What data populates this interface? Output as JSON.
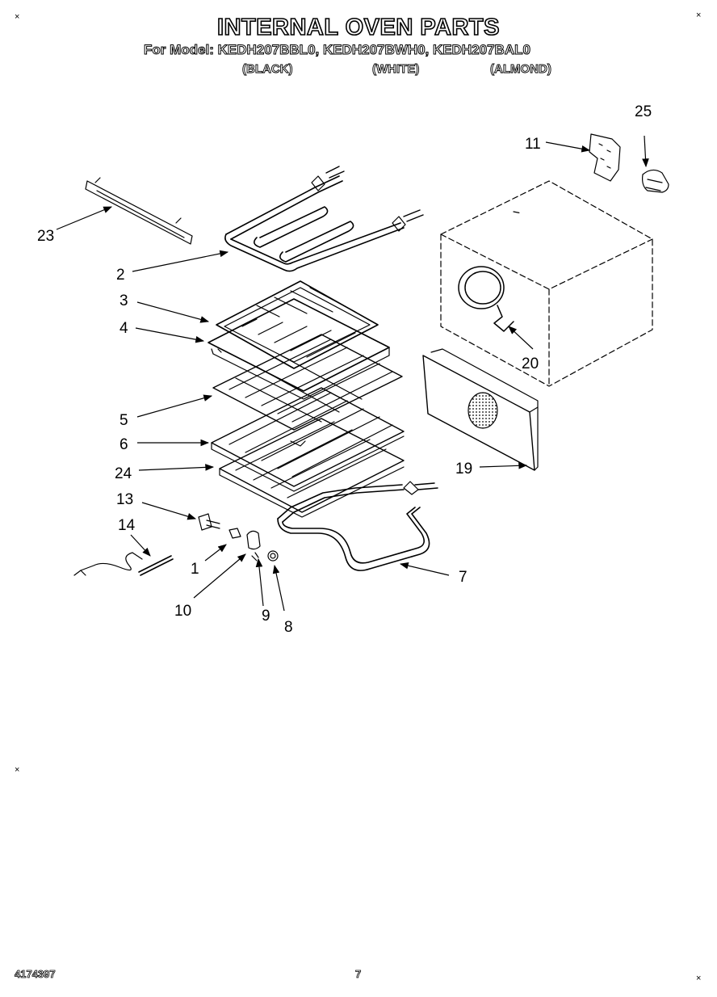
{
  "header": {
    "title": "INTERNAL OVEN PARTS",
    "model_line": "For Model:  KEDH207BBL0, KEDH207BWH0, KEDH207BAL0",
    "colors": [
      "(BLACK)",
      "(WHITE)",
      "(ALMOND)"
    ]
  },
  "corner_marks": [
    "×",
    "×",
    "×",
    "×"
  ],
  "callouts": {
    "c1": "1",
    "c2": "2",
    "c3": "3",
    "c4": "4",
    "c5": "5",
    "c6": "6",
    "c7": "7",
    "c8": "8",
    "c9": "9",
    "c10": "10",
    "c11": "11",
    "c13": "13",
    "c14": "14",
    "c19": "19",
    "c20": "20",
    "c23": "23",
    "c24": "24",
    "c25": "25"
  },
  "footer": {
    "doc_number": "4174397",
    "page_number": "7"
  }
}
